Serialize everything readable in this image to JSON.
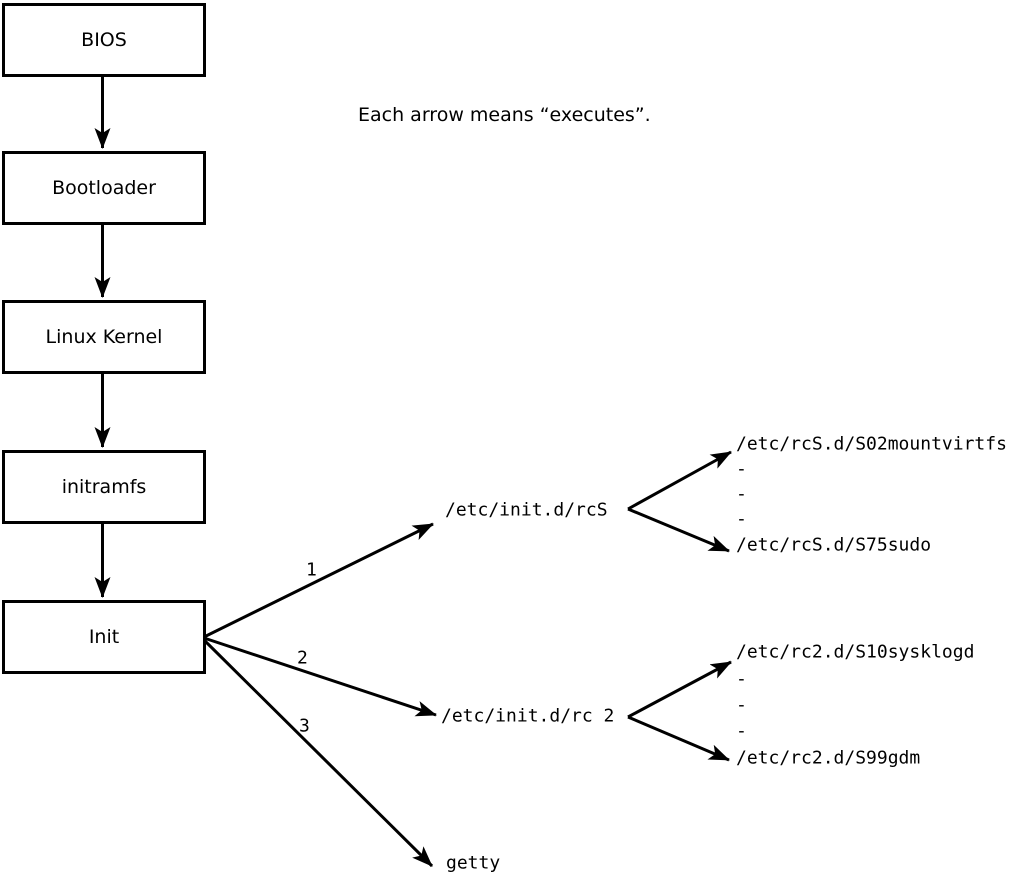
{
  "note": "Each arrow means “executes”.",
  "chain": [
    {
      "label": "BIOS"
    },
    {
      "label": "Bootloader"
    },
    {
      "label": "Linux Kernel"
    },
    {
      "label": "initramfs"
    },
    {
      "label": "Init"
    }
  ],
  "init_branches": [
    {
      "number": "1",
      "target": "/etc/init.d/rcS"
    },
    {
      "number": "2",
      "target": "/etc/init.d/rc 2"
    },
    {
      "number": "3",
      "target": "getty"
    }
  ],
  "rcS_scripts": {
    "first": "/etc/rcS.d/S02mountvirtfs",
    "ellipsis": [
      "-",
      "-",
      "-"
    ],
    "last": "/etc/rcS.d/S75sudo"
  },
  "rc2_scripts": {
    "first": "/etc/rc2.d/S10sysklogd",
    "ellipsis": [
      "-",
      "-",
      "-"
    ],
    "last": "/etc/rc2.d/S99gdm"
  },
  "colors": {
    "line": "#000000",
    "background": "#ffffff",
    "box_fill": "#ffffff"
  }
}
